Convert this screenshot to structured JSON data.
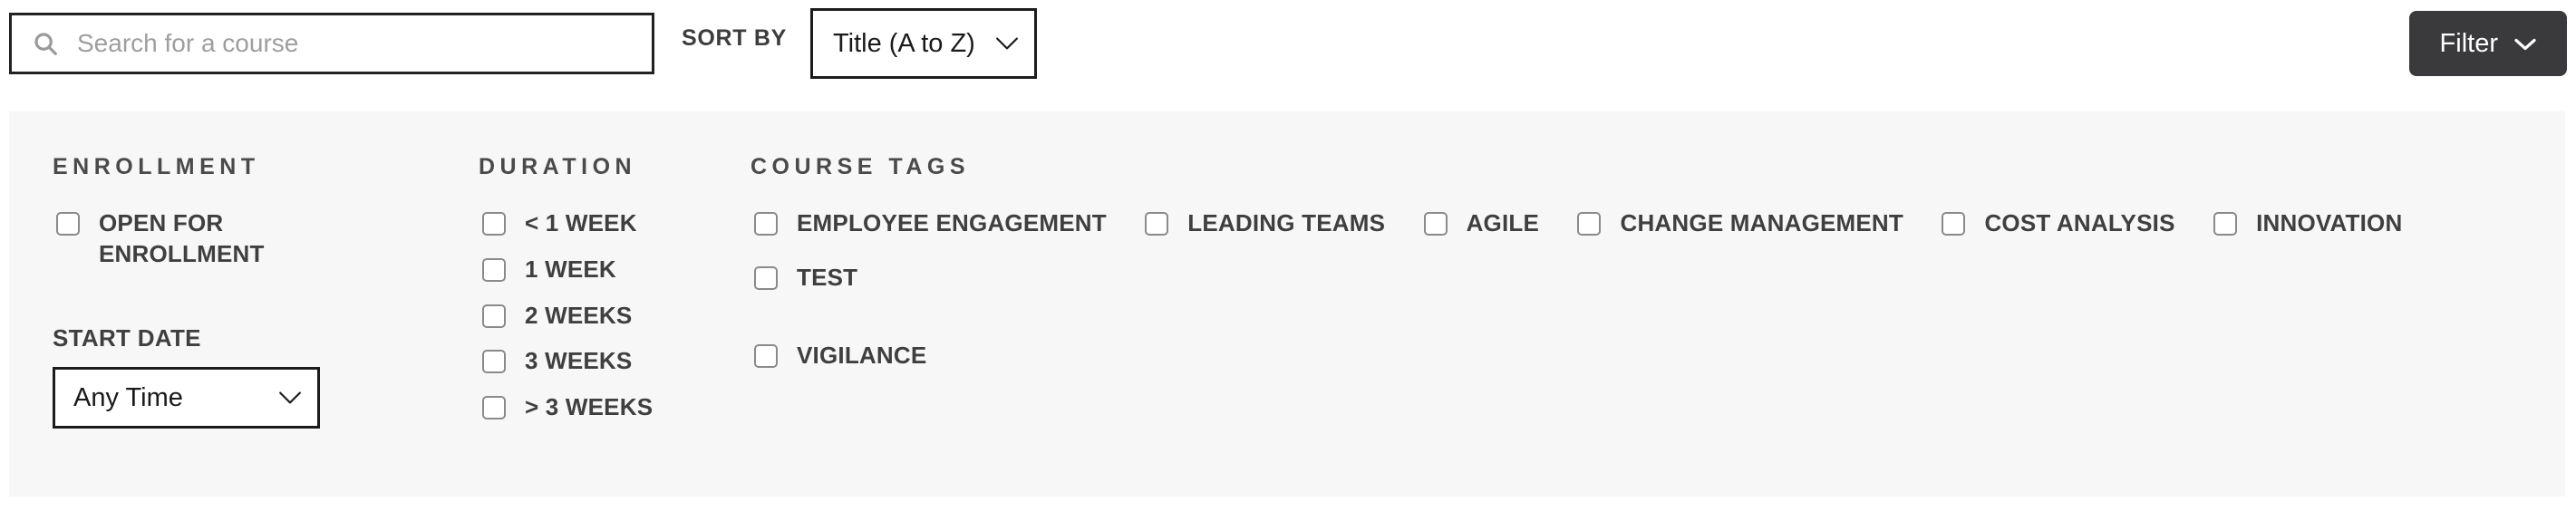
{
  "topbar": {
    "search": {
      "icon": "search-icon",
      "placeholder": "Search for a course",
      "value": ""
    },
    "sort": {
      "label": "SORT BY",
      "selected": "Title (A to Z)",
      "chevron_icon": "chevron-down-icon"
    },
    "filter_button": {
      "label": "Filter",
      "chevron_icon": "chevron-down-icon",
      "background": "#3a3a3c",
      "text_color": "#ffffff"
    }
  },
  "filter_panel": {
    "background": "#f7f7f7",
    "enrollment": {
      "title": "ENROLLMENT",
      "options": [
        {
          "label": "OPEN FOR ENROLLMENT",
          "checked": false
        }
      ],
      "start_date": {
        "label": "START DATE",
        "selected": "Any Time",
        "chevron_icon": "chevron-down-icon"
      }
    },
    "duration": {
      "title": "DURATION",
      "options": [
        {
          "label": "< 1 WEEK",
          "checked": false
        },
        {
          "label": "1 WEEK",
          "checked": false
        },
        {
          "label": "2 WEEKS",
          "checked": false
        },
        {
          "label": "3 WEEKS",
          "checked": false
        },
        {
          "label": "> 3 WEEKS",
          "checked": false
        }
      ]
    },
    "course_tags": {
      "title": "COURSE TAGS",
      "options": [
        {
          "label": "EMPLOYEE ENGAGEMENT",
          "checked": false
        },
        {
          "label": "LEADING TEAMS",
          "checked": false
        },
        {
          "label": "AGILE",
          "checked": false
        },
        {
          "label": "CHANGE MANAGEMENT",
          "checked": false
        },
        {
          "label": "COST ANALYSIS",
          "checked": false
        },
        {
          "label": "INNOVATION",
          "checked": false
        },
        {
          "label": "TEST",
          "checked": false
        },
        {
          "label": "VIGILANCE",
          "checked": false
        }
      ]
    }
  }
}
